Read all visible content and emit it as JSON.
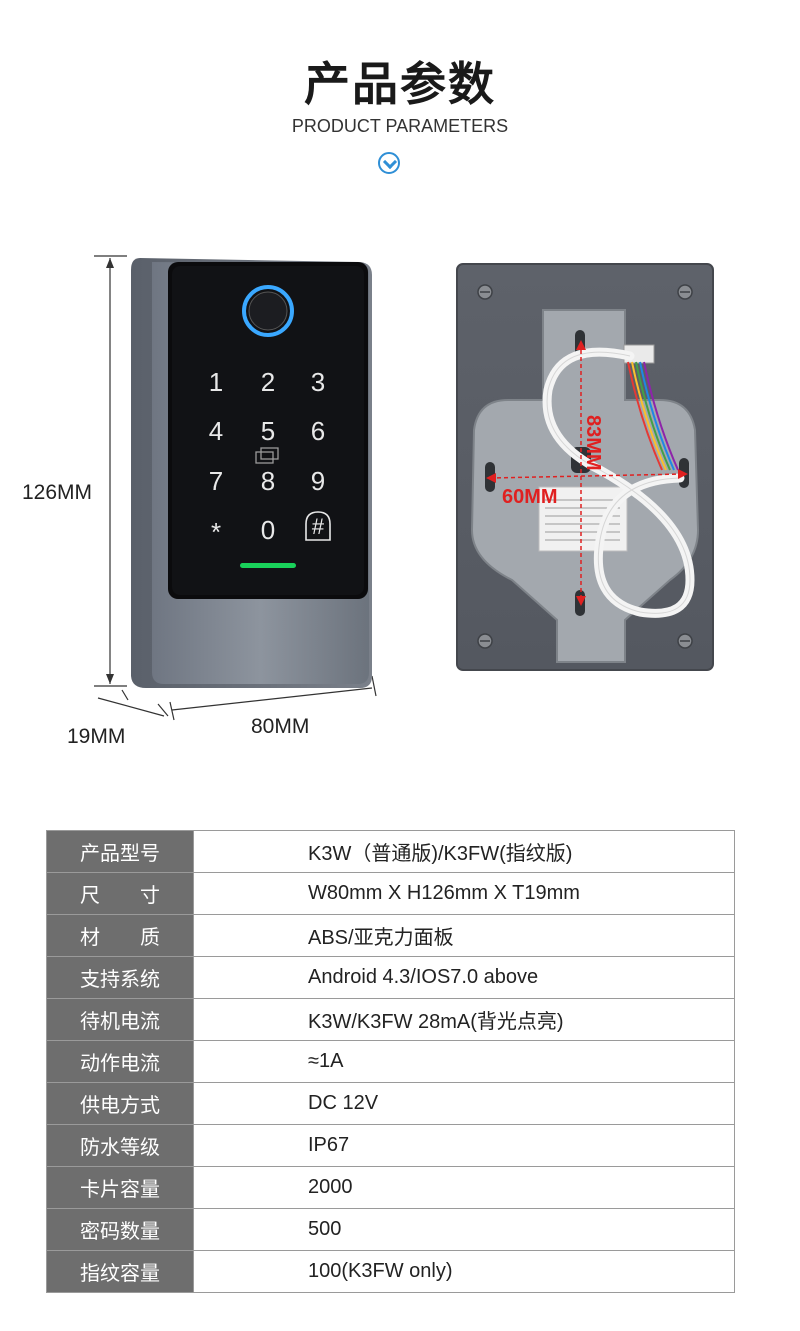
{
  "header": {
    "title": "产品参数",
    "subtitle": "PRODUCT PARAMETERS"
  },
  "front_view": {
    "height_label": "126MM",
    "depth_label": "19MM",
    "width_label": "80MM",
    "keypad_keys": [
      "1",
      "2",
      "3",
      "4",
      "5",
      "6",
      "7",
      "8",
      "9",
      "*",
      "0",
      "#"
    ]
  },
  "back_view": {
    "hole_spacing_vertical": "83MM",
    "hole_spacing_horizontal": "60MM"
  },
  "spec_table": {
    "rows": [
      {
        "key": "产品型号",
        "value": "K3W（普通版)/K3FW(指纹版)"
      },
      {
        "key": "尺　　寸",
        "value": "W80mm X H126mm X T19mm"
      },
      {
        "key": "材　　质",
        "value": "ABS/亚克力面板"
      },
      {
        "key": "支持系统",
        "value": "Android 4.3/IOS7.0 above"
      },
      {
        "key": "待机电流",
        "value": "K3W/K3FW 28mA(背光点亮)"
      },
      {
        "key": "动作电流",
        "value": "≈1A"
      },
      {
        "key": "供电方式",
        "value": "DC 12V"
      },
      {
        "key": "防水等级",
        "value": "IP67"
      },
      {
        "key": "卡片容量",
        "value": "2000"
      },
      {
        "key": "密码数量",
        "value": "500"
      },
      {
        "key": "指纹容量",
        "value": "100(K3FW only)"
      }
    ]
  },
  "colors": {
    "accent": "#2f8fd6",
    "table_key_bg": "#6e6e6e",
    "dimension_red": "#e02020",
    "led_green": "#19d15a",
    "ring_blue": "#3aa8ff"
  }
}
